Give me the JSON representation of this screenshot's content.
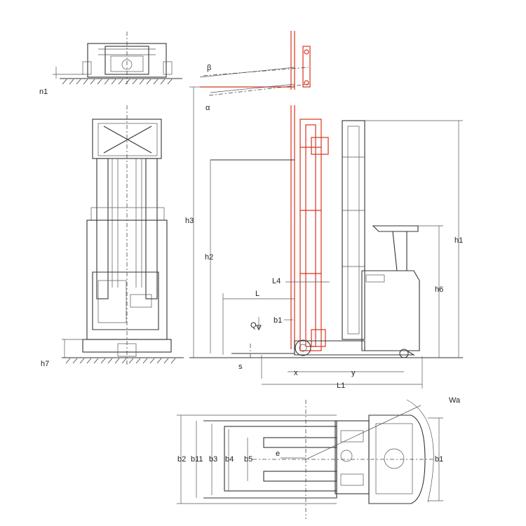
{
  "colors": {
    "ink": "#333333",
    "accent": "#d9341f",
    "background": "#ffffff"
  },
  "labels": {
    "n1": "n1",
    "h7": "h7",
    "beta": "β",
    "alpha": "α",
    "h3": "h3",
    "h2": "h2",
    "h1": "h1",
    "h6": "h6",
    "L4": "L4",
    "L": "L",
    "b1_side": "b1",
    "Q": "Q",
    "s": "s",
    "x": "x",
    "y": "y",
    "L1": "L1",
    "Wa": "Wa",
    "b2": "b2",
    "b11": "b11",
    "b3": "b3",
    "b4": "b4",
    "b5": "b5",
    "e": "e",
    "b1_top": "b1"
  }
}
